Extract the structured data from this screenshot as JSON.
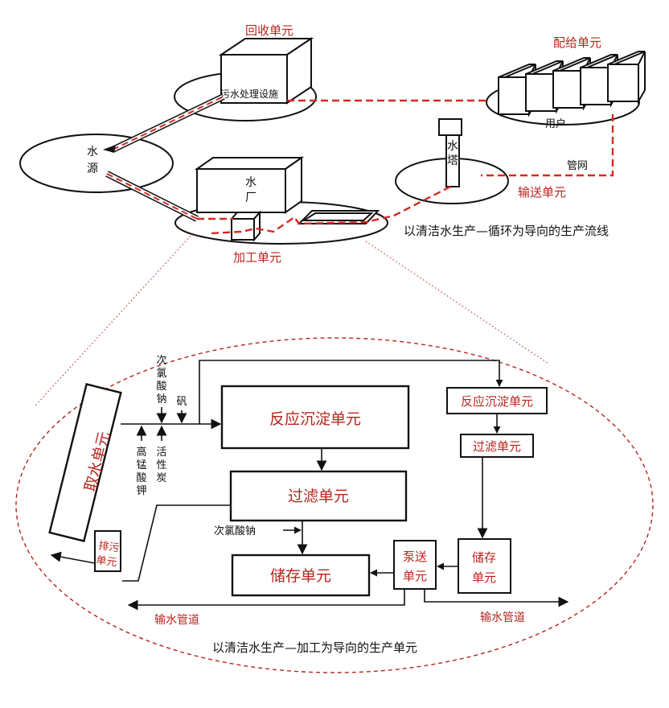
{
  "colors": {
    "accent": "#b5261e",
    "line": "#111111",
    "pipe_red": "#d42a20"
  },
  "top": {
    "caption": "以清洁水生产—循环为导向的生产流线",
    "recycle_unit": "回收单元",
    "sewage_plant": "污水处理设施",
    "distribution_unit": "配给单元",
    "user": "用户",
    "water_source": [
      "水",
      "源"
    ],
    "water_tower": [
      "水",
      "塔"
    ],
    "pipe_network": "管网",
    "conveying_unit": "输送单元",
    "water_plant": [
      "水",
      "厂"
    ],
    "processing_unit": "加工单元"
  },
  "bottom": {
    "caption": "以清洁水生产—加工为导向的生产单元",
    "intake_unit": "取水单元",
    "drain_unit": [
      "排污",
      "单元"
    ],
    "reaction_main": "反应沉淀单元",
    "filter_main": "过滤单元",
    "storage_main": "储存单元",
    "reaction_side": "反应沉淀单元",
    "filter_side": "过滤单元",
    "storage_side": [
      "储存",
      "单元"
    ],
    "pump_unit": [
      "泵送",
      "单元"
    ],
    "reagent_naclo_top": [
      "次",
      "氯",
      "酸",
      "钠"
    ],
    "reagent_alum": "矾",
    "reagent_kmno4": [
      "高",
      "锰",
      "酸",
      "钾"
    ],
    "reagent_carbon": [
      "活",
      "性",
      "炭"
    ],
    "reagent_naclo_mid": "次氯酸钠",
    "pipe_left": "输水管道",
    "pipe_right": "输水管道"
  }
}
